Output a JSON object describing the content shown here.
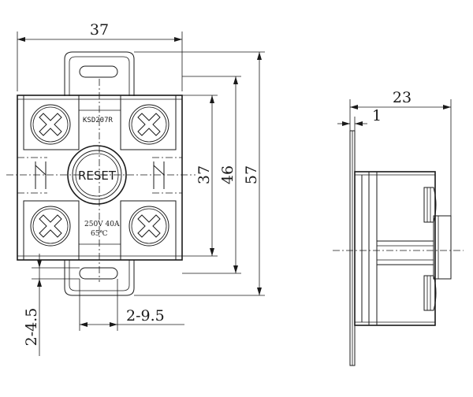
{
  "front_view": {
    "model_label": "KSD207R",
    "button_label": "RESET",
    "rating_line1": "250V 40A",
    "rating_line2": "65℃"
  },
  "dimensions": {
    "overall_width": "37",
    "terminal_pitch_vertical": "37",
    "body_height": "46",
    "overall_height": "57",
    "slot_width": "2-9.5",
    "slot_height": "2-4.5",
    "side_depth": "23",
    "flange_thickness": "1"
  }
}
